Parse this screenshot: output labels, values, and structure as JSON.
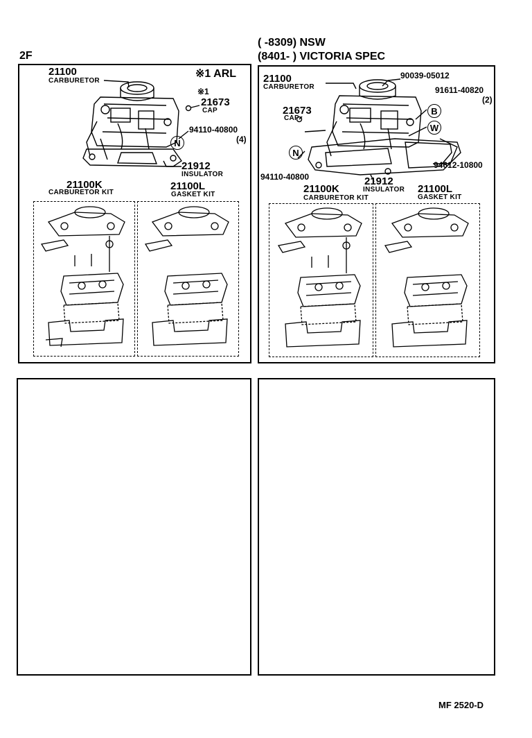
{
  "header": {
    "engine": "2F",
    "range_nsw": "(      -8309) NSW",
    "range_victoria": "(8401-       ) VICTORIA  SPEC"
  },
  "left": {
    "arl_note": "※1 ARL",
    "carb_num": "21100",
    "carb_label": "CARBURETOR",
    "note1": "※1",
    "cap_num": "21673",
    "cap_label": "CAP",
    "nut_num": "94110-40800",
    "nut_qty": "(4)",
    "nut_mark": "N",
    "ins_num": "21912",
    "ins_label": "INSULATOR",
    "kit1_num": "21100K",
    "kit1_label": "CARBURETOR KIT",
    "kit2_num": "21100L",
    "kit2_label": "GASKET KIT"
  },
  "right": {
    "carb_num": "21100",
    "carb_label": "CARBURETOR",
    "bolt_num": "90039-05012",
    "b_num": "91611-40820",
    "b_qty": "(2)",
    "b_mark": "B",
    "w_mark": "W",
    "cap_num": "21673",
    "cap_label": "CAP",
    "nut_mark": "N",
    "w_num": "94612-10800",
    "nut_num": "94110-40800",
    "ins_num": "21912",
    "ins_label": "INSULATOR",
    "kit1_num": "21100K",
    "kit1_label": "CARBURETOR KIT",
    "kit2_num": "21100L",
    "kit2_label": "GASKET KIT"
  },
  "footer": {
    "code": "MF   2520-D"
  }
}
